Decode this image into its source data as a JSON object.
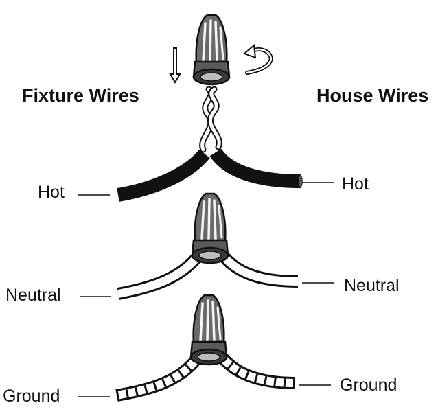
{
  "headers": {
    "fixture": "Fixture Wires",
    "house": "House Wires"
  },
  "fixture_labels": {
    "hot": "Hot",
    "neutral": "Neutral",
    "ground": "Ground"
  },
  "house_labels": {
    "hot": "Hot",
    "neutral": "Neutral",
    "ground": "Ground"
  },
  "colors": {
    "ink": "#111111",
    "hot_wire": "#111111",
    "neutral_wire": "#ffffff",
    "background": "#ffffff"
  },
  "icons": [
    "wire-nut-icon",
    "down-arrow-icon",
    "rotate-arrow-icon",
    "twisted-wire-icon"
  ]
}
